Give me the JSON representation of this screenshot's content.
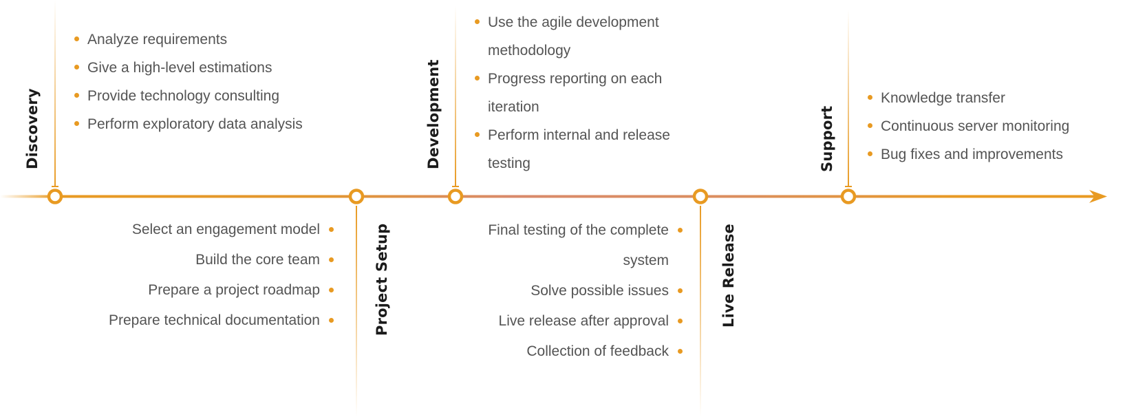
{
  "colors": {
    "accent": "#E89A22",
    "line_mid": "#D98A6B",
    "title_text": "#1B1B1B",
    "body_text": "#545454"
  },
  "stages": [
    {
      "title": "Discovery",
      "position": "above",
      "items": [
        "Analyze requirements",
        "Give a high-level estimations",
        "Provide technology consulting",
        "Perform exploratory data analysis"
      ]
    },
    {
      "title": "Project Setup",
      "position": "below",
      "items": [
        "Select an engagement model",
        "Build the core team",
        "Prepare a project roadmap",
        "Prepare technical documentation"
      ]
    },
    {
      "title": "Development",
      "position": "above",
      "items": [
        "Use the agile development methodology",
        "Progress reporting on each iteration",
        "Perform internal and release testing"
      ]
    },
    {
      "title": "Live Release",
      "position": "below",
      "items": [
        "Final testing of the complete system",
        "Solve possible issues",
        "Live release after approval",
        "Collection of feedback"
      ]
    },
    {
      "title": "Support",
      "position": "above",
      "items": [
        "Knowledge transfer",
        "Continuous server monitoring",
        "Bug fixes and improvements"
      ]
    }
  ]
}
